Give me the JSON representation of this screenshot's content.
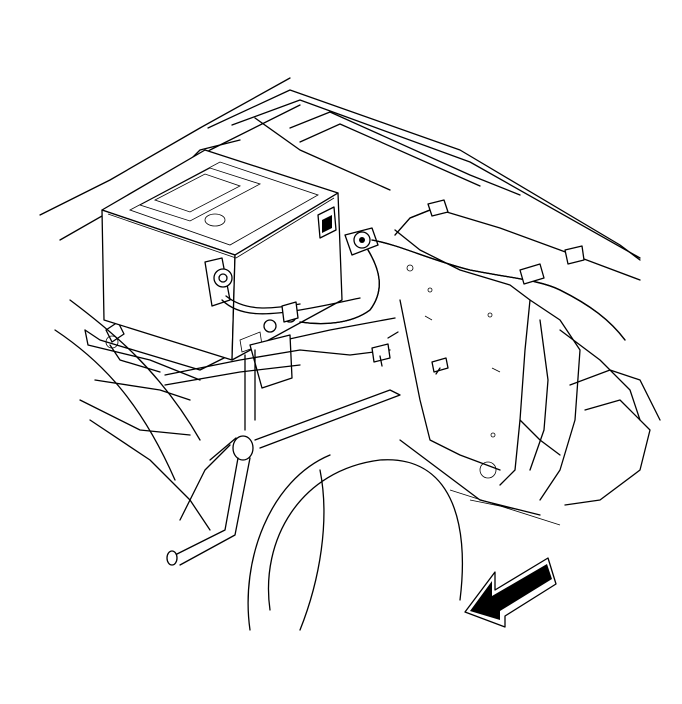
{
  "diagram": {
    "parts": [
      "battery",
      "battery-positive-terminal",
      "battery-cable-harness",
      "battery-tray",
      "hold-down-bracket",
      "fender-inner-panel",
      "body-ground-bolt",
      "front-direction-arrow"
    ],
    "arrow_direction": "front-left",
    "colors": {
      "ink": "#000000",
      "paper": "#ffffff"
    }
  }
}
